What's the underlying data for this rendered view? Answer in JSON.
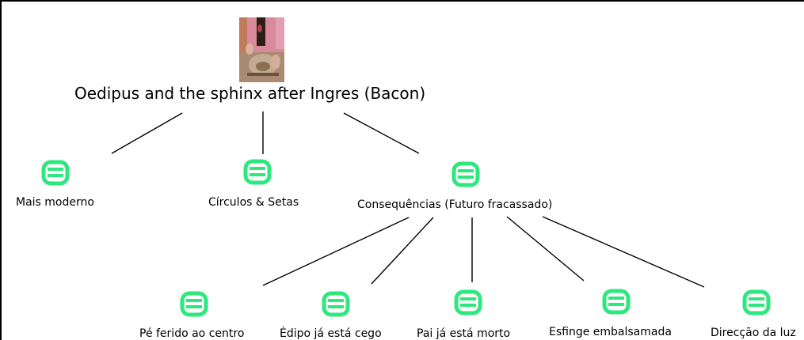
{
  "root": {
    "title": "Oedipus and the sphinx after Ingres (Bacon)",
    "image_icon": "painting-thumbnail"
  },
  "level1": [
    {
      "label": "Mais moderno",
      "icon": "note-icon"
    },
    {
      "label": "Círculos & Setas",
      "icon": "note-icon"
    },
    {
      "label": "Consequências (Futuro fracassado)",
      "icon": "note-icon"
    }
  ],
  "level2": [
    {
      "label": "Pé ferido ao centro",
      "icon": "note-icon"
    },
    {
      "label": "Édipo já está cego",
      "icon": "note-icon"
    },
    {
      "label": "Pai já está morto",
      "icon": "note-icon"
    },
    {
      "label": "Esfinge embalsamada",
      "icon": "note-icon"
    },
    {
      "label": "Direcção da luz",
      "icon": "note-icon"
    }
  ],
  "colors": {
    "icon_green": "#2ee87e",
    "line": "#000000",
    "frame": "#000000"
  }
}
